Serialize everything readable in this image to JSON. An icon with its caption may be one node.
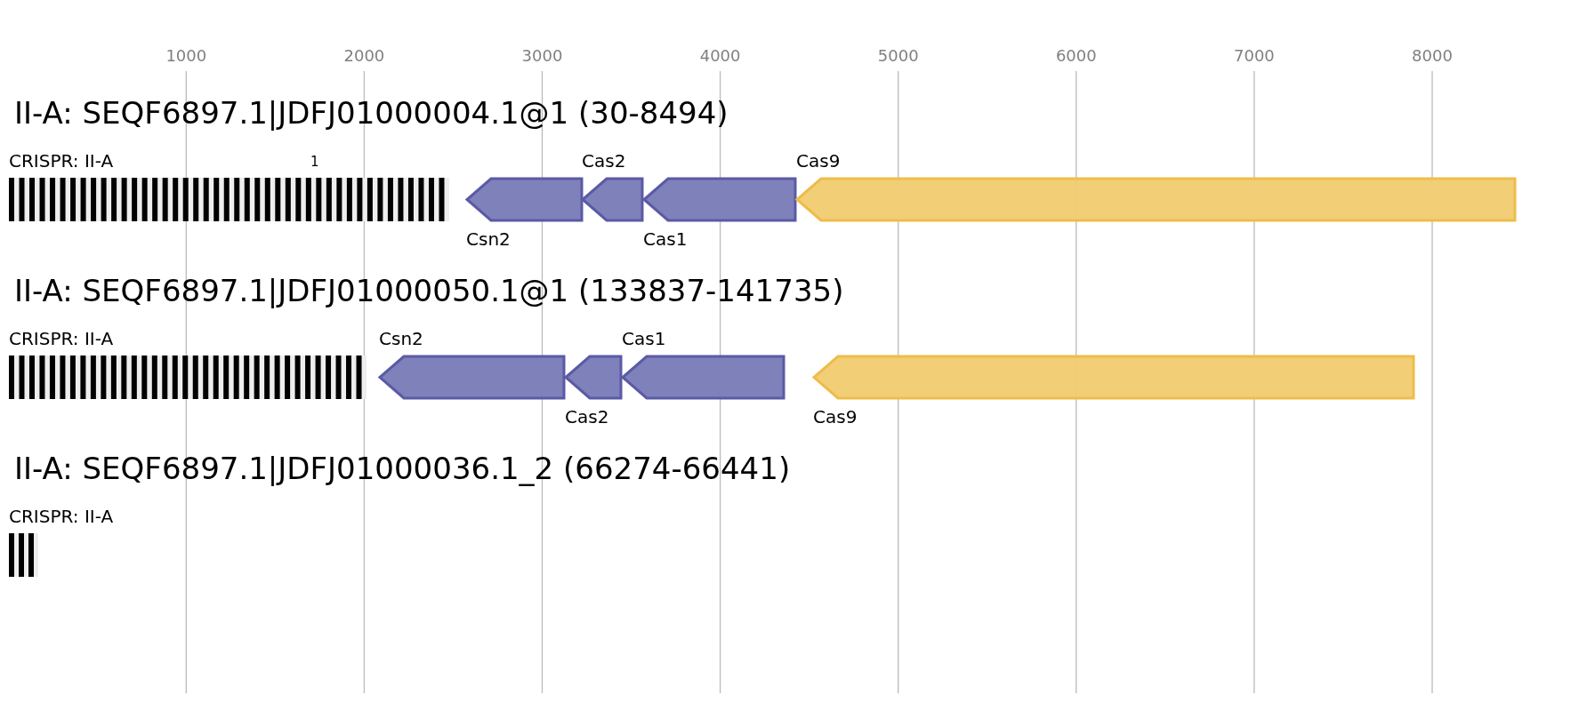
{
  "diagram": {
    "nodes": [
      {
        "text": [
          "CRISPR: II-A"
        ],
        "beside": [
          "1"
        ]
      },
      {
        "text": [
          "Csn2"
        ]
      },
      {
        "text": [
          "Cas2"
        ]
      },
      {
        "text": [
          "Cas1"
        ]
      },
      {
        "text": [
          "Cas9"
        ]
      },
      {
        "text": [
          "CRISPR: II-A"
        ]
      },
      {
        "text": [
          "Csn2"
        ]
      },
      {
        "text": [
          "Cas2"
        ]
      },
      {
        "text": [
          "Cas1"
        ]
      },
      {
        "text": [
          "Cas9"
        ]
      },
      {
        "text": [
          "CRISPR: II-A"
        ]
      }
    ],
    "labels": [
      "1000",
      "2000",
      "3000",
      "4000",
      "5000",
      "6000",
      "7000",
      "8000",
      "II-A: SEQF6897.1|JDFJ01000004.1@1 (30-8494)",
      "II-A: SEQF6897.1|JDFJ01000050.1@1 (133837-141735)",
      "II-A: SEQF6897.1|JDFJ01000036.1_2 (66274-66441)"
    ]
  }
}
